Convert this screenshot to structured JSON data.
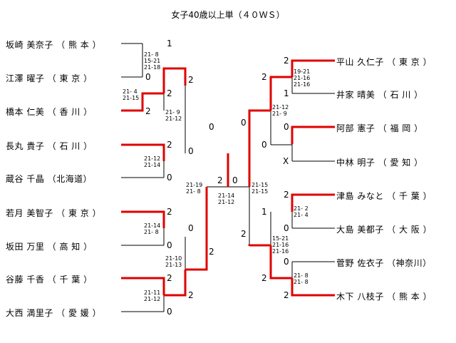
{
  "title": "女子40歳以上単（４０ＷＳ）",
  "colors": {
    "win": "#e00000",
    "line": "#000000"
  },
  "left_players": [
    {
      "name": "坂崎 美奈子",
      "pref": "（ 熊 本 ）",
      "r1": "1"
    },
    {
      "name": "江澤 曜子",
      "pref": "（ 東 京 ）",
      "r1": "0"
    },
    {
      "name": "橋本 仁美",
      "pref": "（ 香 川 ）",
      "r1": "2"
    },
    {
      "name": "長丸 貴子",
      "pref": "（ 石 川 ）",
      "r1": "2"
    },
    {
      "name": "蔵谷 千晶",
      "pref": "（北海道）",
      "r1": "0"
    },
    {
      "name": "若月 美智子",
      "pref": "（ 東 京 ）",
      "r1": "2"
    },
    {
      "name": "坂田 万里",
      "pref": "（ 高 知 ）",
      "r1": "0"
    },
    {
      "name": "谷藤 千香",
      "pref": "（ 千 葉 ）",
      "r1": "2"
    },
    {
      "name": "大西 満里子",
      "pref": "（ 愛 媛 ）",
      "r1": "0"
    }
  ],
  "right_players": [
    {
      "name": "平山 久仁子",
      "pref": "（ 東 京 ）",
      "r1": "2"
    },
    {
      "name": "井家 晴美",
      "pref": "（ 石 川 ）",
      "r1": "1"
    },
    {
      "name": "阿部 憲子",
      "pref": "（ 福 岡 ）",
      "r1": "0"
    },
    {
      "name": "中林 明子",
      "pref": "（ 愛 知 ）",
      "r1": "X"
    },
    {
      "name": "津島 みなと",
      "pref": "（ 千 葉 ）",
      "r1": "2"
    },
    {
      "name": "大島 美都子",
      "pref": "（ 大 阪 ）",
      "r1": "0"
    },
    {
      "name": "菅野 佐衣子",
      "pref": "（神奈川）",
      "r1": "0"
    },
    {
      "name": "木下 八枝子",
      "pref": "（ 熊 本 ）",
      "r1": "2"
    }
  ],
  "numbers": {
    "l_q_top_w": "0",
    "l_q_top_b": "2",
    "l_s1": "2",
    "l_s2": "0",
    "l_s3": "0",
    "l_s4": "2",
    "l_final_top": "0",
    "l_final_bot": "2",
    "center_left": "2",
    "center_right": "0",
    "r_s1": "2",
    "r_s2": "0",
    "r_s3": "1",
    "r_s4": "2",
    "r_final_top": "0",
    "r_final_bot": "2",
    "r_q_w": "0",
    "r_q_b": "2"
  },
  "scores": {
    "l_m1": "21- 8\n15-21\n21-18",
    "l_m2": "21- 4\n21-15",
    "l_m3": "21- 9\n21-12",
    "l_m4": "21-12\n21-14",
    "l_m5": "21-14\n21- 8",
    "l_m6": "21-10\n21-13",
    "l_m7": "21-11\n21-12",
    "l_m8": "21-19\n21- 8",
    "center": "21-14\n21-12",
    "r_m1": "19-21\n21-16\n21-16",
    "r_m2": "21-12\n21- 9",
    "r_m3": "21- 2\n21- 4",
    "r_m4": "21-15\n21-15",
    "r_m5": "15-21\n21-16\n21-16",
    "r_m6": "21- 8\n21- 8"
  }
}
